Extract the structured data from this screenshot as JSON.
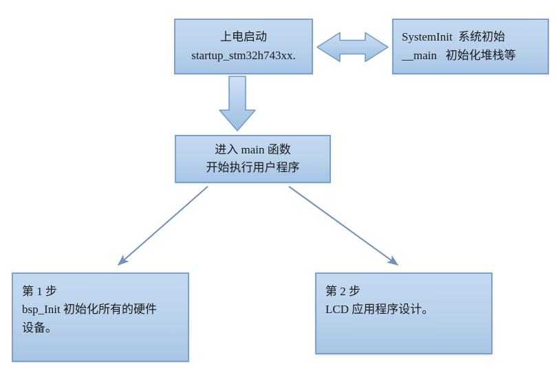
{
  "diagram": {
    "title": "STM32 startup flow chart",
    "colors": {
      "box_fill_top": "#c4d9f0",
      "box_fill_bottom": "#a8c5e5",
      "box_border": "#7ba2cd",
      "arrow_fill": "#a8c8e6",
      "arrow_stroke": "#6f9bc8",
      "line_arrow": "#6f93bd",
      "text": "#1a1a1a"
    },
    "nodes": {
      "power_on": {
        "line1": "上电启动",
        "line2": "startup_stm32h743xx."
      },
      "system_init": {
        "line1": "SystemInit  系统初始",
        "line2": "__main   初始化堆栈等"
      },
      "main_entry": {
        "line1": "进入 main 函数",
        "line2": "开始执行用户程序"
      },
      "step1": {
        "line1": "第 1 步",
        "line2": "bsp_Init 初始化所有的硬件",
        "line3": "设备。"
      },
      "step2": {
        "line1": "第 2 步",
        "line2": "LCD 应用程序设计。",
        "line3": ""
      }
    },
    "connectors": {
      "power_to_systeminit": "double-headed-horizontal-block-arrow",
      "power_to_main": "down-block-arrow",
      "main_to_step1": "diagonal-line-arrow-down-left",
      "main_to_step2": "diagonal-line-arrow-down-right"
    }
  }
}
